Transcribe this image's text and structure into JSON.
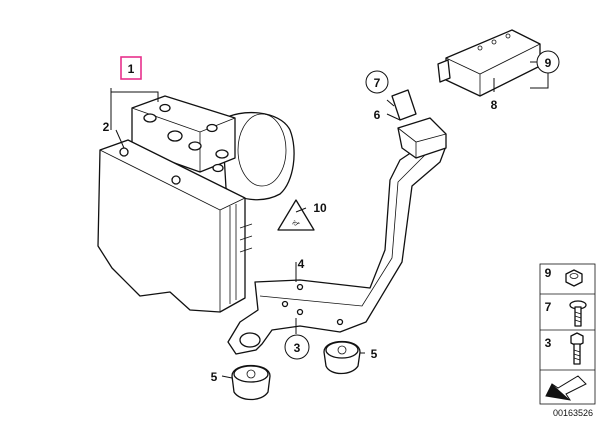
{
  "callouts": {
    "c1": "1",
    "c2": "2",
    "c3": "3",
    "c4": "4",
    "c5a": "5",
    "c5b": "5",
    "c6": "6",
    "c7": "7",
    "c8": "8",
    "c9": "9",
    "c10": "10"
  },
  "legend": {
    "i9": "9",
    "i7": "7",
    "i3": "3"
  },
  "catalog_number": "00163526",
  "colors": {
    "highlight": "#e8308c",
    "stroke": "#111111"
  }
}
